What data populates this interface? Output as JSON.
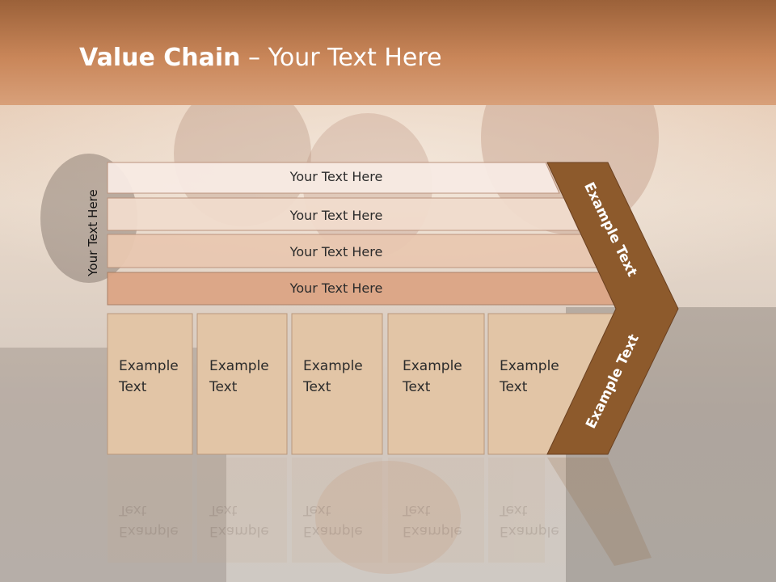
{
  "title": {
    "bold": "Value Chain",
    "rest": " – Your Text Here"
  },
  "side_label": "Your Text Here",
  "rows": [
    {
      "label": "Your Text Here",
      "color": "#f8ebe4"
    },
    {
      "label": "Your Text Here",
      "color": "#f1dccd"
    },
    {
      "label": "Your Text Here",
      "color": "#e9c8b1"
    },
    {
      "label": "Your Text Here",
      "color": "#dca585"
    }
  ],
  "boxes": [
    {
      "label": "Example\nText"
    },
    {
      "label": "Example\nText"
    },
    {
      "label": "Example\nText"
    },
    {
      "label": "Example\nText"
    },
    {
      "label": "Example\nText"
    }
  ],
  "chevron": {
    "upper_label": "Example Text",
    "lower_label": "Example Text",
    "color": "#8d5a2c"
  },
  "colors": {
    "banner": "#c07a4d",
    "box_fill": "#e2c5a6"
  }
}
